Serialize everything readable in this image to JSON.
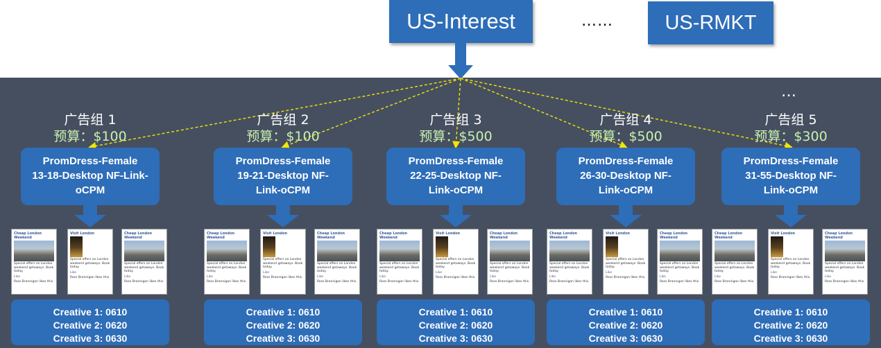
{
  "campaigns": {
    "interest": "US-Interest",
    "ellipsis": "……",
    "rmkt": "US-RMKT",
    "more": "…"
  },
  "groups": [
    {
      "title": "广告组 1",
      "budget": "预算：$100",
      "adset": "PromDress-Female\n13-18-Desktop NF-Link-\noCPM",
      "creatives": [
        "Creative 1: 0610",
        "Creative 2: 0620",
        "Creative 3: 0630"
      ]
    },
    {
      "title": "广告组 2",
      "budget": "预算：$100",
      "adset": "PromDress-Female\n19-21-Desktop NF-\nLink-oCPM",
      "creatives": [
        "Creative 1: 0610",
        "Creative 2: 0620",
        "Creative 3: 0630"
      ]
    },
    {
      "title": "广告组 3",
      "budget": "预算：$500",
      "adset": "PromDress-Female\n22-25-Desktop NF-\nLink-oCPM",
      "creatives": [
        "Creative 1: 0610",
        "Creative 2: 0620",
        "Creative 3: 0630"
      ]
    },
    {
      "title": "广告组 4",
      "budget": "预算：$500",
      "adset": "PromDress-Female\n26-30-Desktop NF-\nLink-oCPM",
      "creatives": [
        "Creative 1: 0610",
        "Creative 2: 0620",
        "Creative 3: 0630"
      ]
    },
    {
      "title": "广告组 5",
      "budget": "预算：$300",
      "adset": "PromDress-Female\n31-55-Desktop NF-\nLink-oCPM",
      "creatives": [
        "Creative 1: 0610",
        "Creative 2: 0620",
        "Creative 3: 0630"
      ]
    }
  ],
  "creative_cards": [
    {
      "title": "Cheap London Weekend",
      "text": "Special offers on London weekend getaways. Book today.",
      "like": "Like",
      "footer": "Ross Brannigan likes this."
    },
    {
      "title": "Visit London",
      "text": "Special offers on London weekend getaways. Book today.",
      "like": "Like",
      "footer": "Ross Brannigan likes this."
    },
    {
      "title": "Cheap London Weekend",
      "text": "Special offers on London weekend getaways. Book today.",
      "like": "Like",
      "footer": "Ross Brannigan likes this."
    }
  ],
  "colors": {
    "box_blue": "#2e6db8",
    "panel": "#464f60",
    "connector": "#f2e600",
    "budget_text": "#c9f1b0"
  }
}
